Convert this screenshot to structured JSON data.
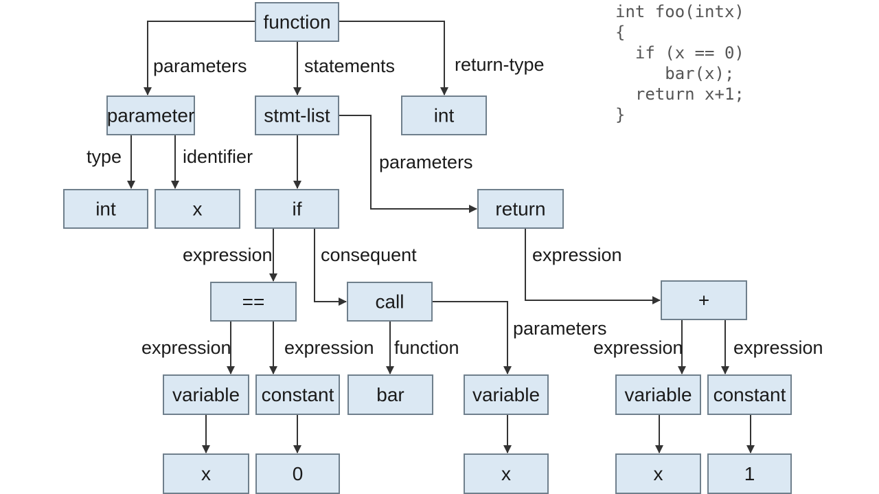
{
  "code": {
    "lines": [
      "int foo(intx)",
      "{",
      "  if (x == 0)",
      "     bar(x);",
      "  return x+1;",
      "}"
    ]
  },
  "nodes": [
    {
      "id": "function",
      "label": "function"
    },
    {
      "id": "parameter",
      "label": "parameter"
    },
    {
      "id": "stmt-list",
      "label": "stmt-list"
    },
    {
      "id": "return-int",
      "label": "int"
    },
    {
      "id": "param-int",
      "label": "int"
    },
    {
      "id": "param-x",
      "label": "x"
    },
    {
      "id": "if",
      "label": "if"
    },
    {
      "id": "return",
      "label": "return"
    },
    {
      "id": "equals",
      "label": "=="
    },
    {
      "id": "call",
      "label": "call"
    },
    {
      "id": "plus",
      "label": "+"
    },
    {
      "id": "var-left",
      "label": "variable"
    },
    {
      "id": "const-left",
      "label": "constant"
    },
    {
      "id": "bar",
      "label": "bar"
    },
    {
      "id": "var-call",
      "label": "variable"
    },
    {
      "id": "var-right",
      "label": "variable"
    },
    {
      "id": "const-right",
      "label": "constant"
    },
    {
      "id": "x-left",
      "label": "x"
    },
    {
      "id": "zero",
      "label": "0"
    },
    {
      "id": "x-call",
      "label": "x"
    },
    {
      "id": "x-right",
      "label": "x"
    },
    {
      "id": "one",
      "label": "1"
    }
  ],
  "edges": [
    {
      "from": "function",
      "to": "parameter",
      "label": "parameters"
    },
    {
      "from": "function",
      "to": "stmt-list",
      "label": "statements"
    },
    {
      "from": "function",
      "to": "return-int",
      "label": "return-type"
    },
    {
      "from": "parameter",
      "to": "param-int",
      "label": "type"
    },
    {
      "from": "parameter",
      "to": "param-x",
      "label": "identifier"
    },
    {
      "from": "stmt-list",
      "to": "if",
      "label": ""
    },
    {
      "from": "stmt-list",
      "to": "return",
      "label": "parameters"
    },
    {
      "from": "if",
      "to": "equals",
      "label": "expression"
    },
    {
      "from": "if",
      "to": "call",
      "label": "consequent"
    },
    {
      "from": "return",
      "to": "plus",
      "label": "expression"
    },
    {
      "from": "equals",
      "to": "var-left",
      "label": "expression"
    },
    {
      "from": "equals",
      "to": "const-left",
      "label": "expression"
    },
    {
      "from": "call",
      "to": "bar",
      "label": "function"
    },
    {
      "from": "call",
      "to": "var-call",
      "label": "parameters"
    },
    {
      "from": "plus",
      "to": "var-right",
      "label": "expression"
    },
    {
      "from": "plus",
      "to": "const-right",
      "label": "expression"
    },
    {
      "from": "var-left",
      "to": "x-left",
      "label": ""
    },
    {
      "from": "const-left",
      "to": "zero",
      "label": ""
    },
    {
      "from": "var-call",
      "to": "x-call",
      "label": ""
    },
    {
      "from": "var-right",
      "to": "x-right",
      "label": ""
    },
    {
      "from": "const-right",
      "to": "one",
      "label": ""
    }
  ]
}
